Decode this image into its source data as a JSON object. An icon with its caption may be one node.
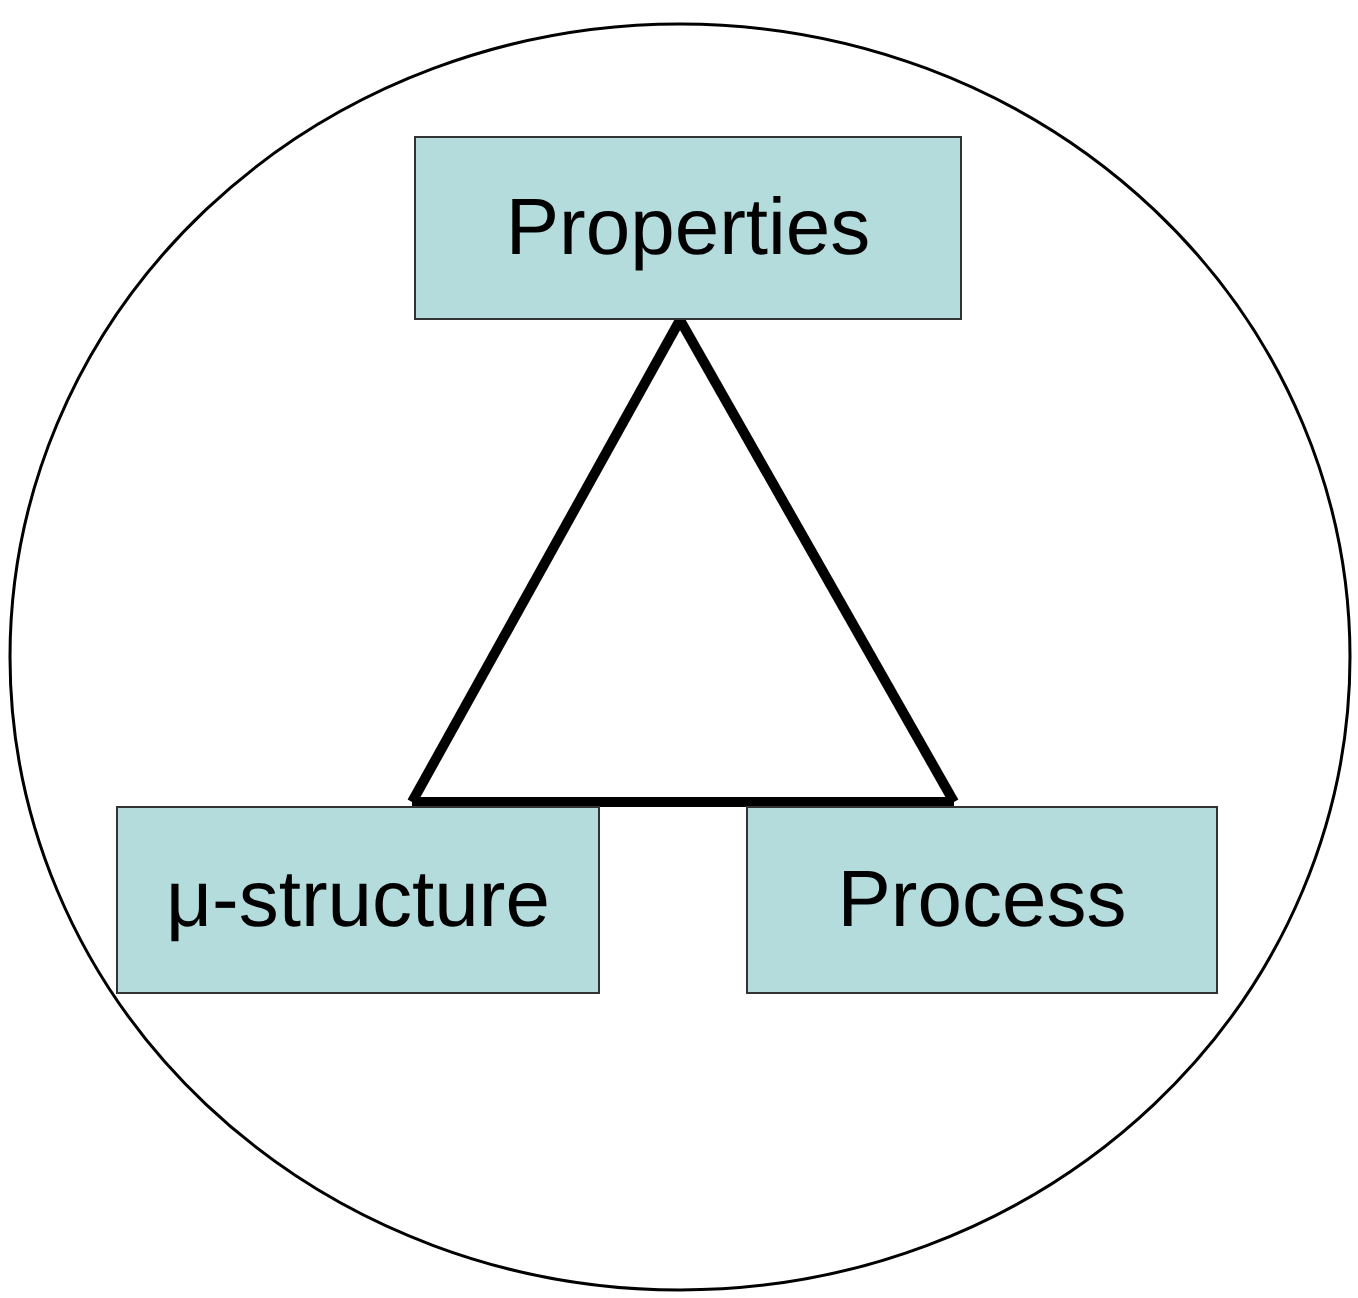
{
  "diagram": {
    "nodes": [
      {
        "text": [],
        "shape": "circle"
      },
      {
        "text": [
          "Properties"
        ],
        "in": 0
      },
      {
        "text": [
          "μ-structure"
        ],
        "in": 0
      },
      {
        "text": [
          "Process"
        ],
        "in": 0
      }
    ],
    "edges": [
      {
        "from": 1,
        "to": 2,
        "arrow": "none"
      },
      {
        "from": 1,
        "to": 3,
        "arrow": "none"
      },
      {
        "from": 2,
        "to": 3,
        "arrow": "none"
      }
    ]
  }
}
